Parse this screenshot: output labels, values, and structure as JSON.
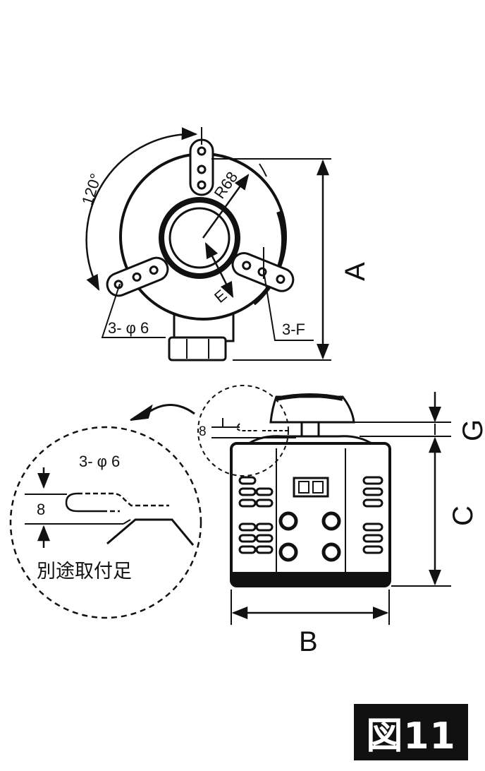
{
  "top_view": {
    "angle_label": "120°",
    "radius_label": "R68",
    "e_label": "E",
    "holes_label": "3- φ 6",
    "f_label": "3-F",
    "dim_a": "A"
  },
  "front_view": {
    "dim_b": "B",
    "dim_c": "C",
    "dim_g": "G",
    "dim_8": "8"
  },
  "detail": {
    "holes_label": "3- φ 6",
    "dim_8": "8",
    "caption": "別途取付足"
  },
  "figure_label": "図11"
}
